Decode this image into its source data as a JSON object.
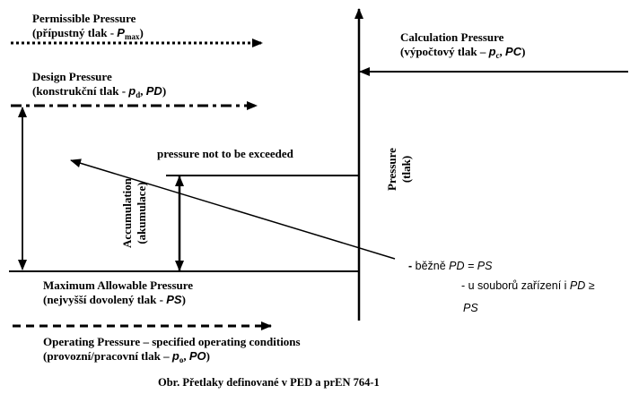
{
  "permissible": {
    "title": "Permissible Pressure",
    "czech": "(přípustný tlak - ",
    "symbol": "P",
    "sub": "max",
    "close": ")"
  },
  "design": {
    "title": "Design Pressure",
    "czech": "(konstrukční tlak - ",
    "symbol": "p",
    "sub": "d",
    "sep": ", ",
    "abbr": "PD",
    "close": ")"
  },
  "calculation": {
    "title": "Calculation Pressure",
    "czech": "(výpočtový tlak – ",
    "symbol": "p",
    "sub": "c",
    "sep": ", ",
    "abbr": "PC",
    "close": ")"
  },
  "not_exceeded": "pressure not to be exceeded",
  "accumulation": {
    "line1": "Accumulation",
    "line2": "(akumulace)"
  },
  "pressure_axis": {
    "line1": "Pressure",
    "line2": "(tlak)"
  },
  "mawp": {
    "title": "Maximum Allowable  Pressure",
    "czech": "(nejvyšší dovolený tlak - ",
    "abbr": "PS",
    "close": ")"
  },
  "operating": {
    "title": "Operating Pressure – specified operating conditions",
    "czech": "(provozní/pracovní tlak – ",
    "symbol": "p",
    "sub": "o",
    "sep": ", ",
    "abbr": "PO",
    "close": ")"
  },
  "note": {
    "bullet": "- ",
    "line1_text": "běžně ",
    "line1_expr": "PD = PS",
    "line2_text": "- u souborů zařízení i ",
    "line2_expr": "PD",
    "line2_sym": " ≥",
    "line3_expr": "PS"
  },
  "caption": "Obr. Přetlaky definované v PED a prEN 764-1"
}
